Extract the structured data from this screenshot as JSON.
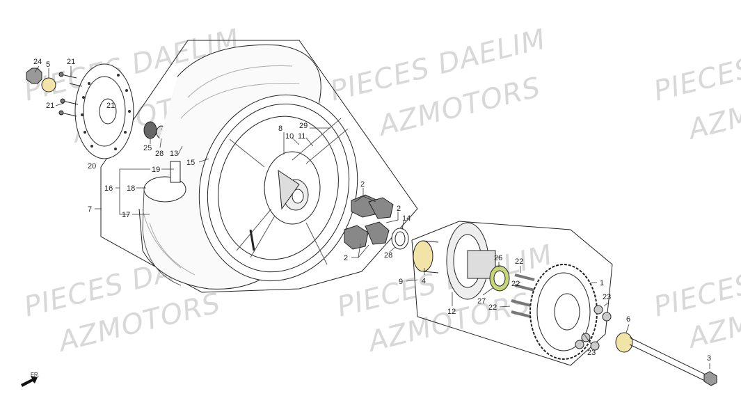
{
  "watermarks": [
    "PIECES DAELIM",
    "AZMOTORS",
    "PIECES DAELIM",
    "AZMOTORS",
    "PIECES",
    "AZM",
    "PIECES DAELIM",
    "AZMOTORS",
    "PIECES DAELIM",
    "AZMOTORS",
    "PIECES",
    "AZM"
  ],
  "direction_label": "FR.",
  "callouts": [
    "24",
    "5",
    "21",
    "21",
    "21",
    "20",
    "25",
    "28",
    "13",
    "15",
    "19",
    "18",
    "16",
    "17",
    "7",
    "8",
    "29",
    "10",
    "11",
    "2",
    "2",
    "14",
    "2",
    "28",
    "9",
    "4",
    "12",
    "26",
    "27",
    "22",
    "22",
    "22",
    "1",
    "23",
    "23",
    "6",
    "3"
  ]
}
